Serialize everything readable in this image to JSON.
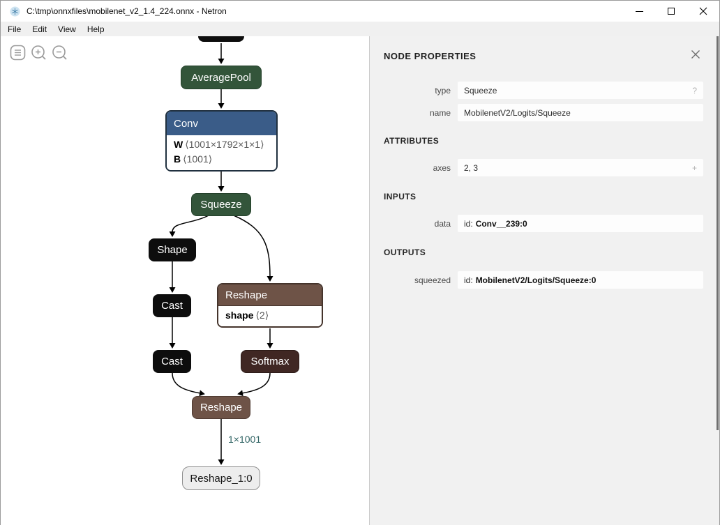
{
  "window": {
    "title": "C:\\tmp\\onnxfiles\\mobilenet_v2_1.4_224.onnx - Netron",
    "app_icon": "netron-logo",
    "controls": [
      "minimize",
      "maximize",
      "close"
    ]
  },
  "menu": {
    "items": [
      {
        "label": "File"
      },
      {
        "label": "Edit"
      },
      {
        "label": "View"
      },
      {
        "label": "Help"
      }
    ]
  },
  "toolbar": {
    "icons": [
      "menu",
      "zoom-in",
      "zoom-out"
    ]
  },
  "graph": {
    "nodes": {
      "top_partial": {
        "label": "",
        "color": "#0d0d0d"
      },
      "averagepool": {
        "label": "AveragePool",
        "color": "#33553a"
      },
      "conv": {
        "label": "Conv",
        "color": "#3a5c88",
        "attrs": [
          {
            "name": "W",
            "value": "⟨1001×1792×1×1⟩"
          },
          {
            "name": "B",
            "value": "⟨1001⟩"
          }
        ]
      },
      "squeeze": {
        "label": "Squeeze",
        "color": "#33553a"
      },
      "shape": {
        "label": "Shape",
        "color": "#0d0d0d"
      },
      "cast1": {
        "label": "Cast",
        "color": "#0d0d0d"
      },
      "cast2": {
        "label": "Cast",
        "color": "#0d0d0d"
      },
      "reshape1": {
        "label": "Reshape",
        "color": "#6e5347",
        "attrs": [
          {
            "name": "shape",
            "value": "⟨2⟩"
          }
        ]
      },
      "softmax": {
        "label": "Softmax",
        "color": "#402723"
      },
      "reshape2": {
        "label": "Reshape",
        "color": "#6e5347"
      },
      "output": {
        "label": "Reshape_1:0",
        "color": "#ededed"
      }
    },
    "edge_label": "1×1001",
    "edge_label_color": "#2f6363"
  },
  "panel": {
    "title": "NODE PROPERTIES",
    "close_icon": "close",
    "properties": [
      {
        "label": "type",
        "value": "Squeeze",
        "suffix": "?"
      },
      {
        "label": "name",
        "value": "MobilenetV2/Logits/Squeeze",
        "suffix": ""
      }
    ],
    "attributes_header": "ATTRIBUTES",
    "attributes": [
      {
        "label": "axes",
        "value": "2, 3",
        "suffix": "+"
      }
    ],
    "inputs_header": "INPUTS",
    "inputs": [
      {
        "label": "data",
        "prefix": "id:",
        "value": "Conv__239:0"
      }
    ],
    "outputs_header": "OUTPUTS",
    "outputs": [
      {
        "label": "squeezed",
        "prefix": "id:",
        "value": "MobilenetV2/Logits/Squeeze:0"
      }
    ]
  }
}
